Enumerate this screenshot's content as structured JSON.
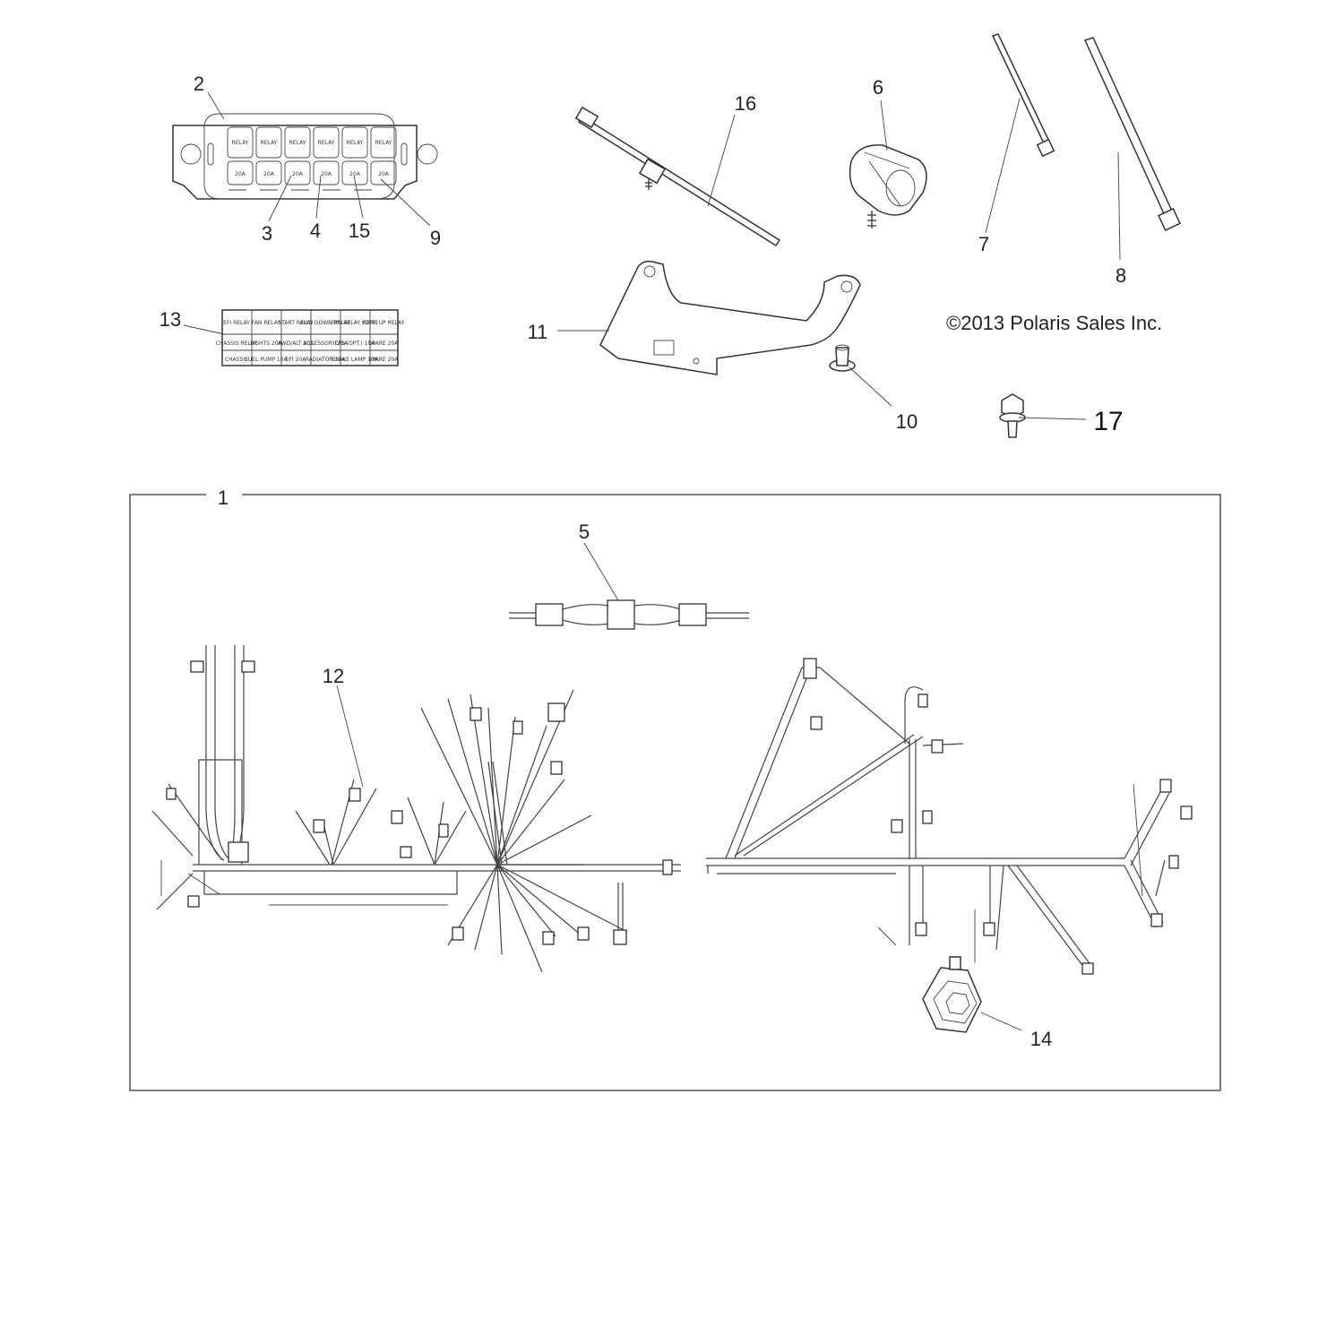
{
  "copyright": "©2013 Polaris Sales Inc.",
  "callouts": {
    "c1": "1",
    "c2": "2",
    "c3": "3",
    "c4": "4",
    "c5": "5",
    "c6": "6",
    "c7": "7",
    "c8": "8",
    "c9": "9",
    "c10": "10",
    "c11": "11",
    "c12": "12",
    "c13": "13",
    "c14": "14",
    "c15": "15",
    "c16": "16",
    "c17": "17"
  },
  "fuse_box": {
    "top_row": [
      "RELAY",
      "RELAY",
      "RELAY",
      "RELAY",
      "RELAY",
      "RELAY"
    ],
    "bottom_row": [
      "20A",
      "20A",
      "20A",
      "20A",
      "20A",
      "20A"
    ]
  },
  "decal_13": {
    "row1": [
      "EFI RELAY",
      "FAN RELAY",
      "START RELAY",
      "AWD DOWN RELAY",
      "EPS RELAY (OPT.)",
      "REAR UP RELAY"
    ],
    "row2": [
      "CHASSIS RELAY",
      "LIGHTS 20A",
      "AWD/ALT 20A",
      "ACCESSORY 20A",
      "EPS (OPT.) 10A",
      "SPARE 20A"
    ],
    "row3": [
      "CHASSIS",
      "FUEL PUMP 10A",
      "EFI 20A",
      "RADIATOR 10A",
      "BRAKE LAMP 10A",
      "SPARE 20A"
    ]
  }
}
